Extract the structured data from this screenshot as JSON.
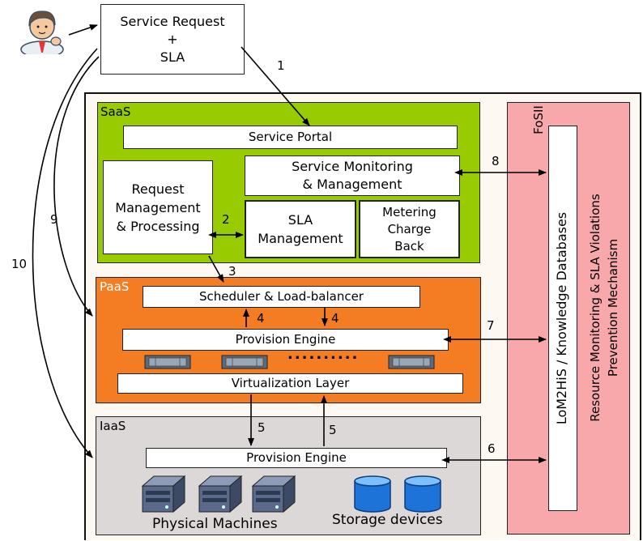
{
  "request_box": {
    "line1": "Service Request",
    "line2": "+",
    "line3": "SLA"
  },
  "saas": {
    "title": "SaaS",
    "service_portal": "Service Portal",
    "request_mgmt": {
      "line1": "Request",
      "line2": "Management",
      "line3": "& Processing"
    },
    "service_monitoring": {
      "line1": "Service Monitoring",
      "line2": "& Management"
    },
    "sla_mgmt": {
      "line1": "SLA",
      "line2": "Management"
    },
    "metering": {
      "line1": "Metering",
      "line2": "Charge",
      "line3": "Back"
    }
  },
  "paas": {
    "title": "PaaS",
    "scheduler": "Scheduler & Load-balancer",
    "provision_engine": "Provision Engine",
    "dots": "..........",
    "virtualization": "Virtualization Layer"
  },
  "iaas": {
    "title": "IaaS",
    "provision_engine": "Provision Engine",
    "physical_machines": "Physical Machines",
    "storage_devices": "Storage devices"
  },
  "fosii": {
    "title": "FoSII",
    "databases": "LoM2HiS / Knowledge Databases",
    "mechanism_line1": "Resource Monitoring & SLA Violations",
    "mechanism_line2": "Prevention Mechanism"
  },
  "arrow_labels": {
    "a1": "1",
    "a2": "2",
    "a3": "3",
    "a4a": "4",
    "a4b": "4",
    "a5a": "5",
    "a5b": "5",
    "a6": "6",
    "a7": "7",
    "a8": "8",
    "a9": "9",
    "a10": "10"
  },
  "colors": {
    "saas": "#99cc00",
    "paas": "#f47c22",
    "iaas": "#ddd8d8",
    "fosii": "#f8a8aa",
    "outer": "#fdf9f2"
  }
}
